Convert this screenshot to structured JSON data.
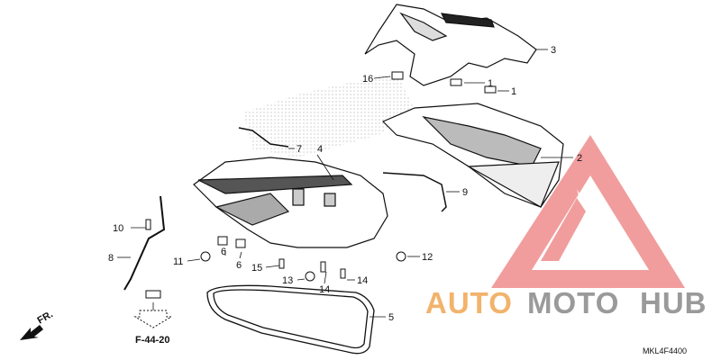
{
  "diagram": {
    "code": "MKL4F4400",
    "reference": "F-44-20",
    "direction_label": "FR.",
    "part_numbers": {
      "p1a": "1",
      "p1b": "1",
      "p2": "2",
      "p3": "3",
      "p4": "4",
      "p5": "5",
      "p6a": "6",
      "p6b": "6",
      "p7": "7",
      "p8": "8",
      "p9": "9",
      "p10": "10",
      "p11": "11",
      "p12": "12",
      "p13": "13",
      "p14a": "14",
      "p14b": "14",
      "p15": "15",
      "p16": "16"
    }
  },
  "watermark": {
    "part1": "AUTO",
    "part2": "MOTO",
    "part3": "HUB",
    "colors": {
      "orange": "#f2b36b",
      "gray": "#9a9a9a",
      "red": "#e84a4a"
    }
  }
}
